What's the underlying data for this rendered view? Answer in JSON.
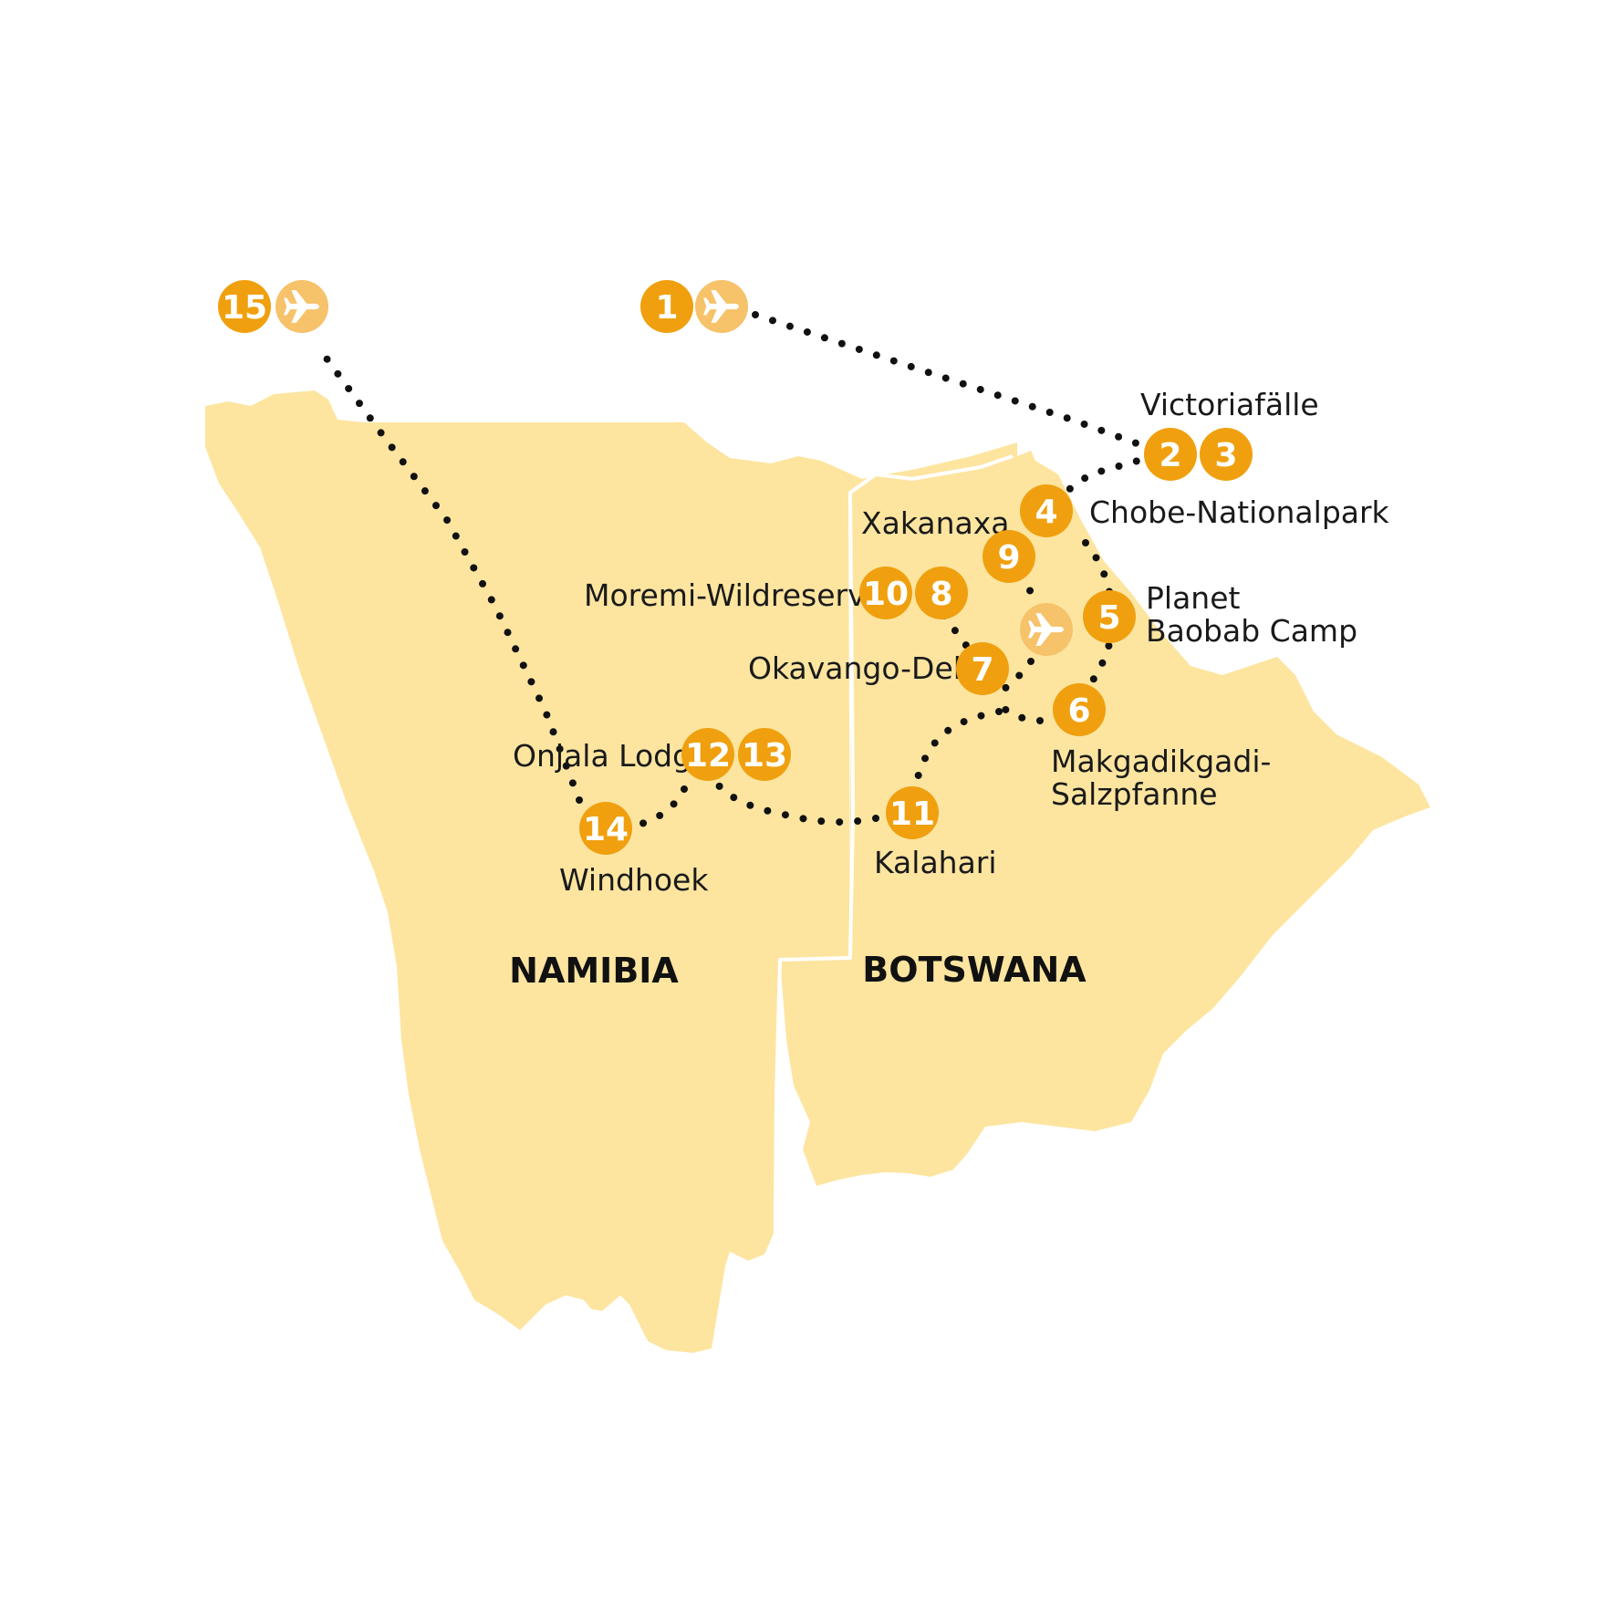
{
  "colors": {
    "land": "#fde5a0",
    "marker": "#f0a00f",
    "plane_marker": "#f6c26a",
    "route": "#111111",
    "border": "#ffffff"
  },
  "countries": {
    "namibia": "NAMIBIA",
    "botswana": "BOTSWANA"
  },
  "places": {
    "victoria_falls": "Victoriafälle",
    "chobe": "Chobe-Nationalpark",
    "xakanaxa": "Xakanaxa",
    "moremi": "Moremi-Wildreservat",
    "planet_baobab_1": "Planet",
    "planet_baobab_2": "Baobab Camp",
    "okavango": "Okavango-Delta",
    "makgadikgadi_1": "Makgadikgadi-",
    "makgadikgadi_2": "Salzpfanne",
    "onjala": "Onjala Lodge",
    "kalahari": "Kalahari",
    "windhoek": "Windhoek"
  },
  "markers": {
    "m1": "1",
    "m2": "2",
    "m3": "3",
    "m4": "4",
    "m5": "5",
    "m6": "6",
    "m7": "7",
    "m8": "8",
    "m9": "9",
    "m10": "10",
    "m11": "11",
    "m12": "12",
    "m13": "13",
    "m14": "14",
    "m15": "15"
  },
  "icons": {
    "flight_start": "airplane-icon",
    "flight_end": "airplane-icon",
    "internal_flight": "airplane-icon"
  }
}
